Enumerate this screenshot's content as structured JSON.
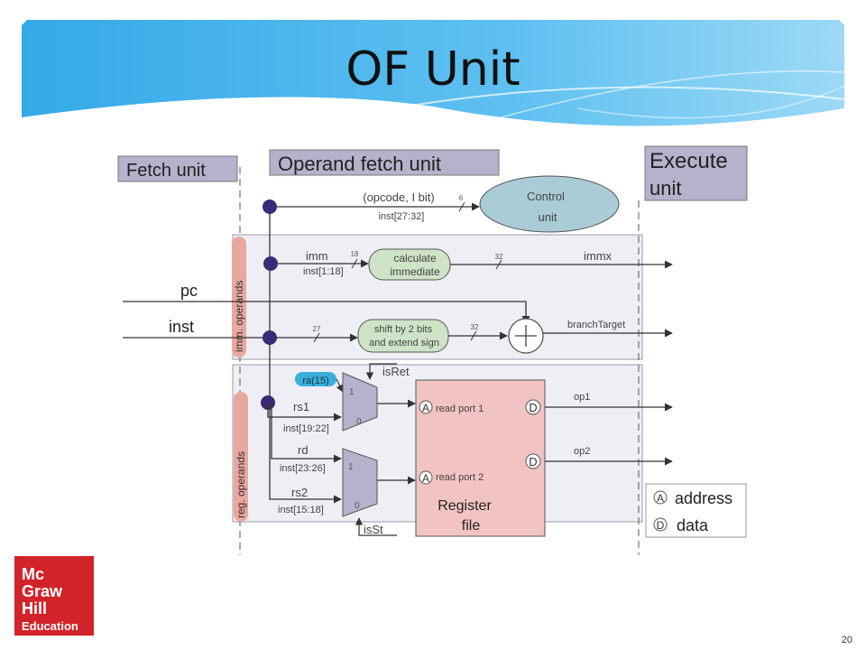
{
  "slide": {
    "title": "OF Unit",
    "page_number": "20",
    "logo": {
      "line1": "Mc",
      "line2": "Graw",
      "line3": "Hill",
      "line4": "Education",
      "color": "#d2232a"
    }
  },
  "diagram": {
    "headers": {
      "fetch": "Fetch unit",
      "operand_fetch": "Operand fetch unit",
      "execute_line1": "Execute",
      "execute_line2": "unit"
    },
    "inputs": {
      "pc": "pc",
      "inst": "inst"
    },
    "side_labels": {
      "imm_operands": "imm. operands",
      "reg_operands": "reg. operands"
    },
    "control": {
      "line1": "Control",
      "line2": "unit",
      "opcode": "(opcode, I bit)",
      "field": "inst[27:32]",
      "width": "6"
    },
    "imm": {
      "name": "imm",
      "field": "inst[1:18]",
      "width_in": "18",
      "box_line1": "calculate",
      "box_line2": "immediate",
      "width_out": "32",
      "output": "immx"
    },
    "branch": {
      "width_in": "27",
      "box_line1": "shift by 2 bits",
      "box_line2": "and extend sign",
      "width_out": "32",
      "output": "branchTarget"
    },
    "regs": {
      "ra": "ra(15)",
      "isRet": "isRet",
      "isSt": "isSt",
      "rs1": "rs1",
      "rs1_field": "inst[19:22]",
      "rd": "rd",
      "rd_field": "inst[23:26]",
      "rs2": "rs2",
      "rs2_field": "inst[15:18]",
      "mux_one": "1",
      "mux_zero": "0"
    },
    "register_file": {
      "line1": "Register",
      "line2": "file",
      "port1": "read port 1",
      "port2": "read port 2",
      "addr_badge": "A",
      "data_badge": "D"
    },
    "outputs": {
      "op1": "op1",
      "op2": "op2"
    },
    "legend": {
      "address": "address",
      "data": "data",
      "a": "A",
      "d": "D"
    },
    "colors": {
      "unit_header": "#b7b1cc",
      "control_unit": "#a9ccd7",
      "op_box": "#cfe3c7",
      "register_file": "#f2c3c3",
      "side_label": "#e8a89f",
      "node": "#3b2a78",
      "ra_badge": "#3aaed8",
      "band": "#eeeef5"
    }
  }
}
